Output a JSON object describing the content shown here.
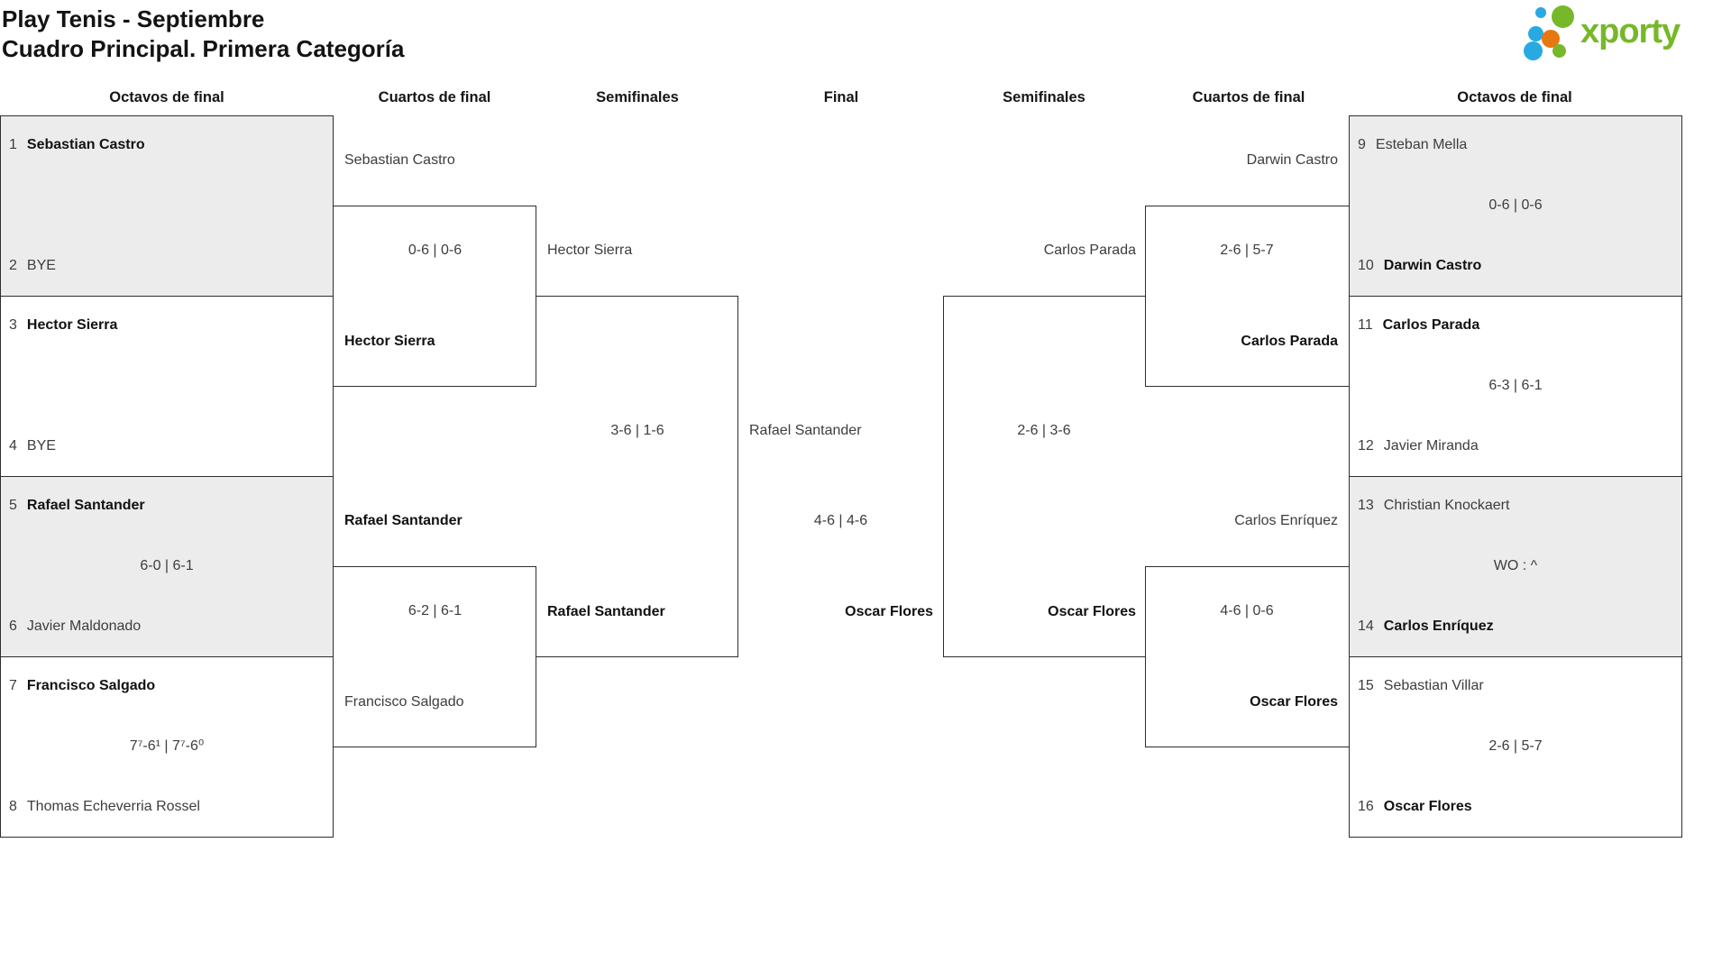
{
  "title": {
    "line1": "Play Tenis - Septiembre",
    "line2": "Cuadro Principal. Primera Categoría"
  },
  "logo": {
    "text": "xporty",
    "colors": {
      "green": "#76b82a",
      "blue": "#29a9e2",
      "orange": "#e87713"
    }
  },
  "headers": {
    "l16": "Octavos de final",
    "lqf": "Cuartos de final",
    "lsf": "Semifinales",
    "final": "Final",
    "rsf": "Semifinales",
    "rqf": "Cuartos de final",
    "r16": "Octavos de final"
  },
  "bracket": {
    "l16": [
      {
        "s1": "1",
        "p1": "Sebastian Castro",
        "w1": true,
        "score": "",
        "s2": "2",
        "p2": "BYE",
        "w2": false
      },
      {
        "s1": "3",
        "p1": "Hector Sierra",
        "w1": true,
        "score": "",
        "s2": "4",
        "p2": "BYE",
        "w2": false
      },
      {
        "s1": "5",
        "p1": "Rafael Santander",
        "w1": true,
        "score": "6-0 | 6-1",
        "s2": "6",
        "p2": "Javier Maldonado",
        "w2": false
      },
      {
        "s1": "7",
        "p1": "Francisco Salgado",
        "w1": true,
        "score": "7⁷-6¹ | 7⁷-6⁰",
        "s2": "8",
        "p2": "Thomas Echeverria Rossel",
        "w2": false
      }
    ],
    "lqf": [
      {
        "p1": "Sebastian Castro",
        "w1": false,
        "score": "0-6 | 0-6",
        "p2": "Hector Sierra",
        "w2": true
      },
      {
        "p1": "Rafael Santander",
        "w1": true,
        "score": "6-2 | 6-1",
        "p2": "Francisco Salgado",
        "w2": false
      }
    ],
    "lsf": {
      "p1": "Hector Sierra",
      "w1": false,
      "score": "3-6 | 1-6",
      "p2": "Rafael Santander",
      "w2": true
    },
    "final": {
      "p1": "Rafael Santander",
      "w1": false,
      "score": "4-6 | 4-6",
      "p2": "Oscar Flores",
      "w2": true
    },
    "rsf": {
      "p1": "Carlos Parada",
      "w1": false,
      "score": "2-6 | 3-6",
      "p2": "Oscar Flores",
      "w2": true
    },
    "rqf": [
      {
        "p1": "Darwin Castro",
        "w1": false,
        "score": "2-6 | 5-7",
        "p2": "Carlos Parada",
        "w2": true
      },
      {
        "p1": "Carlos Enríquez",
        "w1": false,
        "score": "4-6 | 0-6",
        "p2": "Oscar Flores",
        "w2": true
      }
    ],
    "r16": [
      {
        "s1": "9",
        "p1": "Esteban Mella",
        "w1": false,
        "score": "0-6 | 0-6",
        "s2": "10",
        "p2": "Darwin Castro",
        "w2": true
      },
      {
        "s1": "11",
        "p1": "Carlos Parada",
        "w1": true,
        "score": "6-3 | 6-1",
        "s2": "12",
        "p2": "Javier Miranda",
        "w2": false
      },
      {
        "s1": "13",
        "p1": "Christian Knockaert",
        "w1": false,
        "score": "WO : ^",
        "s2": "14",
        "p2": "Carlos Enríquez",
        "w2": true
      },
      {
        "s1": "15",
        "p1": "Sebastian Villar",
        "w1": false,
        "score": "2-6 | 5-7",
        "s2": "16",
        "p2": "Oscar Flores",
        "w2": true
      }
    ]
  }
}
